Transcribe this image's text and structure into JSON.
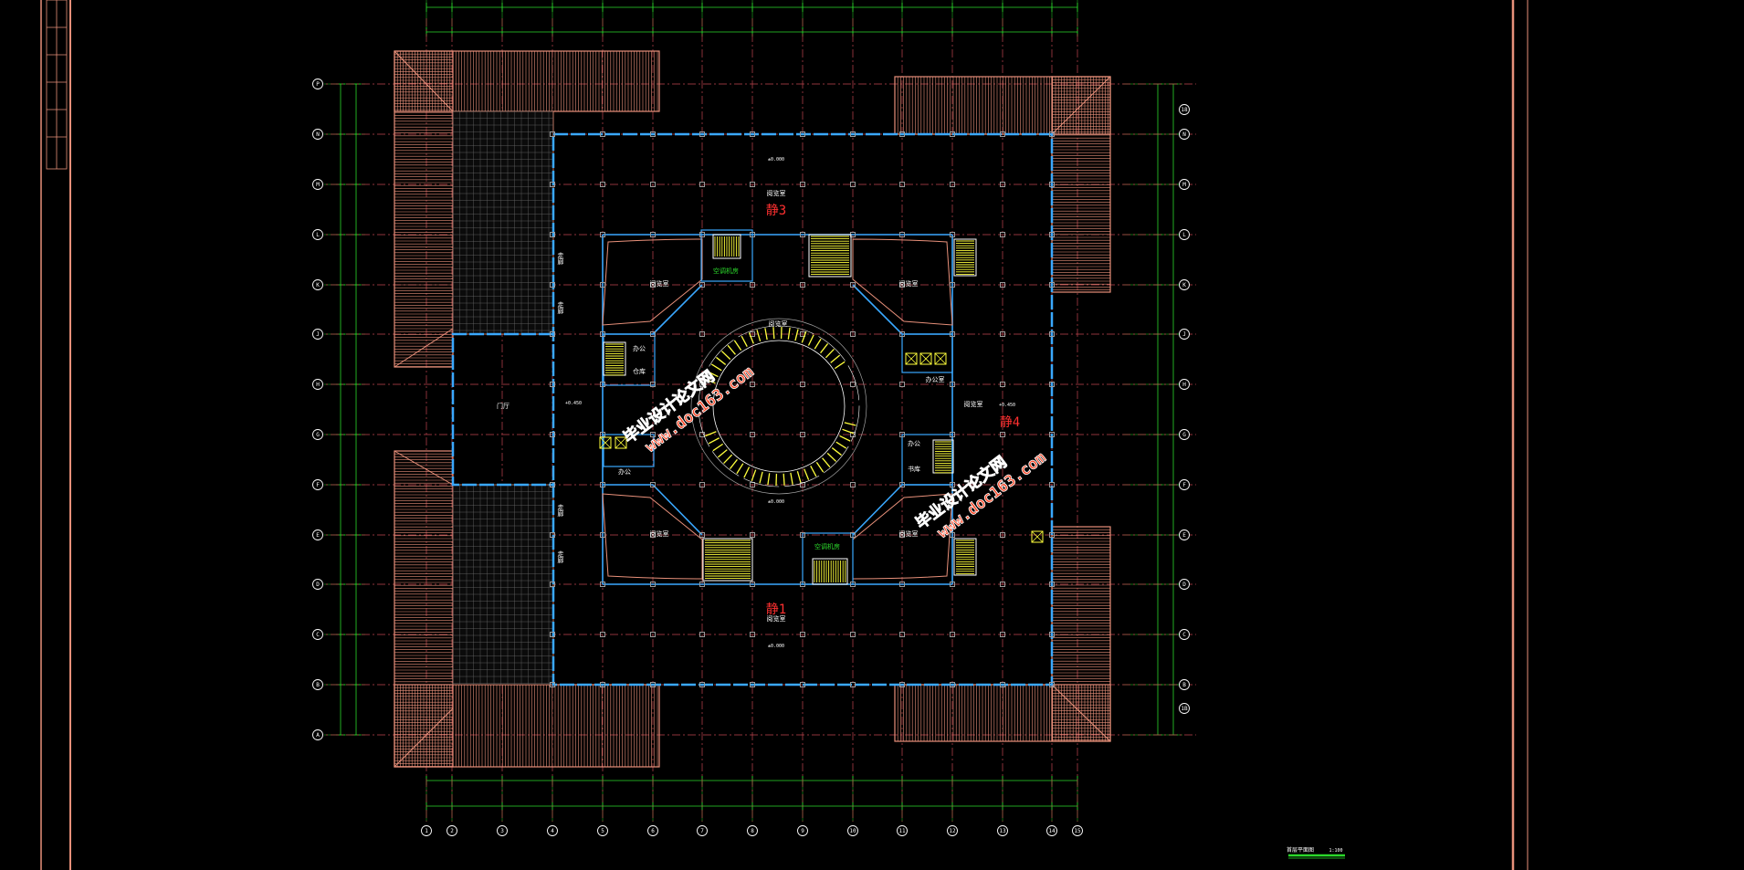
{
  "colors": {
    "background": "#000000",
    "frame": "#e8907a",
    "grid_axis": "#c0454f",
    "dimension": "#2bd92b",
    "wall": "#3aa8ff",
    "roof": "#e8907a",
    "stair": "#ffff3c",
    "column": "#9a9a9a",
    "room_text": "#ffffff",
    "section_text": "#ff3030",
    "label_green": "#2bd92b",
    "watermark_fill": "#ff4a2a",
    "watermark_edge": "#ffffff"
  },
  "axes": {
    "bottom": [
      "1",
      "2",
      "3",
      "4",
      "5",
      "6",
      "7",
      "8",
      "9",
      "10",
      "11",
      "12",
      "13",
      "14",
      "15"
    ],
    "left": [
      "P",
      "N",
      "M",
      "L",
      "K",
      "J",
      "H",
      "G",
      "F",
      "E",
      "D",
      "C",
      "B",
      "A"
    ],
    "right": [
      "18",
      "N",
      "M",
      "L",
      "K",
      "J",
      "H",
      "G",
      "F",
      "E",
      "D",
      "C",
      "B",
      "1B"
    ]
  },
  "rooms": {
    "reading_top": "阅览室",
    "reading_ne": "阅览室",
    "reading_nw": "阅览室",
    "reading_sw": "阅览室",
    "reading_se": "阅览室",
    "reading_right": "阅览室",
    "center": "阅览室",
    "bottom": "阅览室",
    "lobby": "门厅",
    "office": "办公",
    "office_right": "办公室",
    "shelves": "书库",
    "store": "仓库",
    "ac_top": "空调机房",
    "ac_bottom": "空调机房",
    "corridor_left": "走廊"
  },
  "section_marks": [
    "静3",
    "静4",
    "静1"
  ],
  "level_labels": [
    "±0.000",
    "+0.450"
  ],
  "watermarks": [
    "毕业设计论文网",
    "www.doc163.com"
  ],
  "title_block": {
    "drawing_name": "首层平面图",
    "scale": "1:100"
  }
}
